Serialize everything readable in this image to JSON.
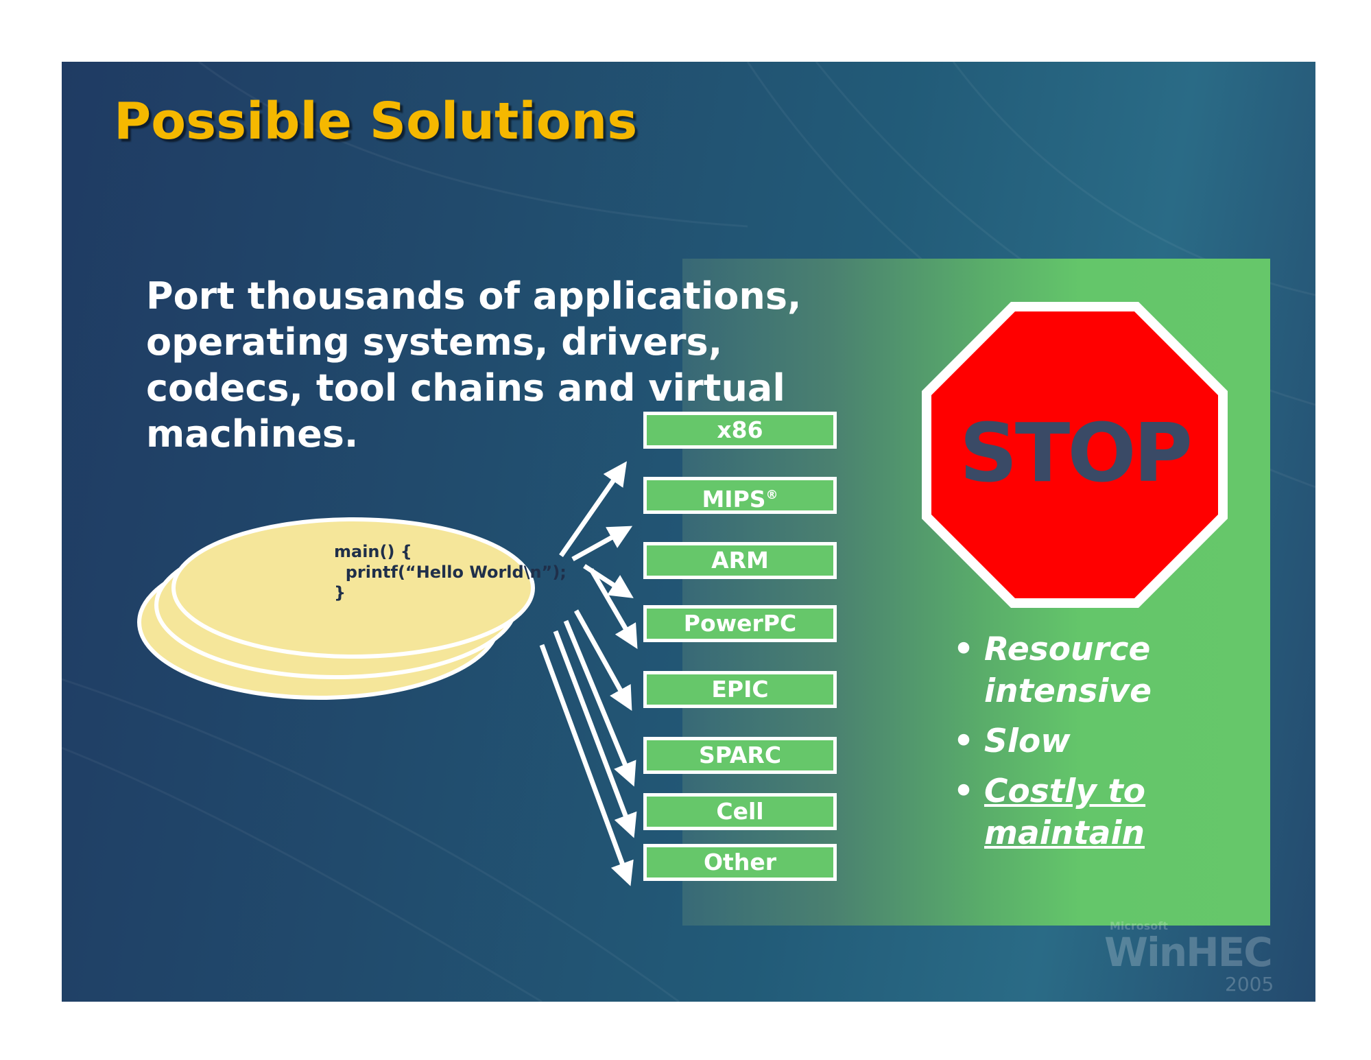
{
  "slide": {
    "title": "Possible Solutions",
    "intro": "Port thousands of applications, operating systems, drivers, codecs, tool chains and virtual machines.",
    "code": {
      "line1": "main() {",
      "line2": "  printf(“Hello World\\n”);",
      "line3": "}"
    },
    "architectures": [
      {
        "label": "x86",
        "mark": ""
      },
      {
        "label": "MIPS",
        "mark": "®"
      },
      {
        "label": "ARM",
        "mark": ""
      },
      {
        "label": "PowerPC",
        "mark": ""
      },
      {
        "label": "EPIC",
        "mark": ""
      },
      {
        "label": "SPARC",
        "mark": ""
      },
      {
        "label": "Cell",
        "mark": ""
      },
      {
        "label": "Other",
        "mark": ""
      }
    ],
    "stop_sign": {
      "text": "STOP",
      "icon": "stop-sign-icon"
    },
    "bullets": [
      {
        "text": "Resource intensive",
        "underline": false
      },
      {
        "text": "Slow",
        "underline": false
      },
      {
        "text": "Costly to maintain",
        "underline": true
      }
    ],
    "bullet_symbol": "•",
    "logo": {
      "small": "Microsoft",
      "main": "WinHEC",
      "year": "2005"
    }
  },
  "colors": {
    "title": "#f5b800",
    "panel_green": "#66c76a",
    "stop_red": "#ff0000",
    "stop_text": "#3a4a66",
    "code_bubble": "#f5e69a",
    "background": "#1f3b63"
  }
}
